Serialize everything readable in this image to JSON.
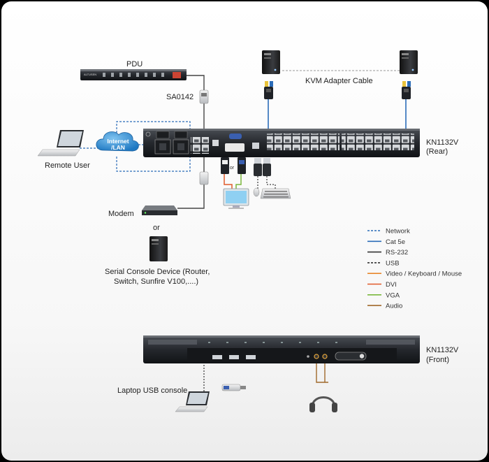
{
  "devices": {
    "pdu": "PDU",
    "pdu_brand": "ALTUSEN",
    "sa0142": "SA0142",
    "kvm_adapter_cable": "KVM Adapter Cable",
    "internet_lan_line1": "Internet",
    "internet_lan_line2": "/LAN",
    "remote_user": "Remote User",
    "kn_rear_model": "KN1132V",
    "kn_rear_view": "(Rear)",
    "or_small": "or",
    "modem": "Modem",
    "or": "or",
    "serial_line1": "Serial Console Device (Router,",
    "serial_line2": "Switch, Sunfire V100,....)",
    "kn_front_model": "KN1132V",
    "kn_front_view": "(Front)",
    "laptop_usb_console": "Laptop USB console"
  },
  "legend": [
    {
      "label": "Network",
      "color": "#2b6cb8",
      "style": "dashed"
    },
    {
      "label": "Cat 5e",
      "color": "#2b6cb8",
      "style": "solid"
    },
    {
      "label": "RS-232",
      "color": "#333333",
      "style": "solid"
    },
    {
      "label": "USB",
      "color": "#333333",
      "style": "dashed"
    },
    {
      "label": "Video / Keyboard / Mouse",
      "color": "#e8862a",
      "style": "solid"
    },
    {
      "label": "DVI",
      "color": "#e05a2a",
      "style": "solid"
    },
    {
      "label": "VGA",
      "color": "#7ab83c",
      "style": "solid"
    },
    {
      "label": "Audio",
      "color": "#a0692a",
      "style": "solid"
    }
  ]
}
